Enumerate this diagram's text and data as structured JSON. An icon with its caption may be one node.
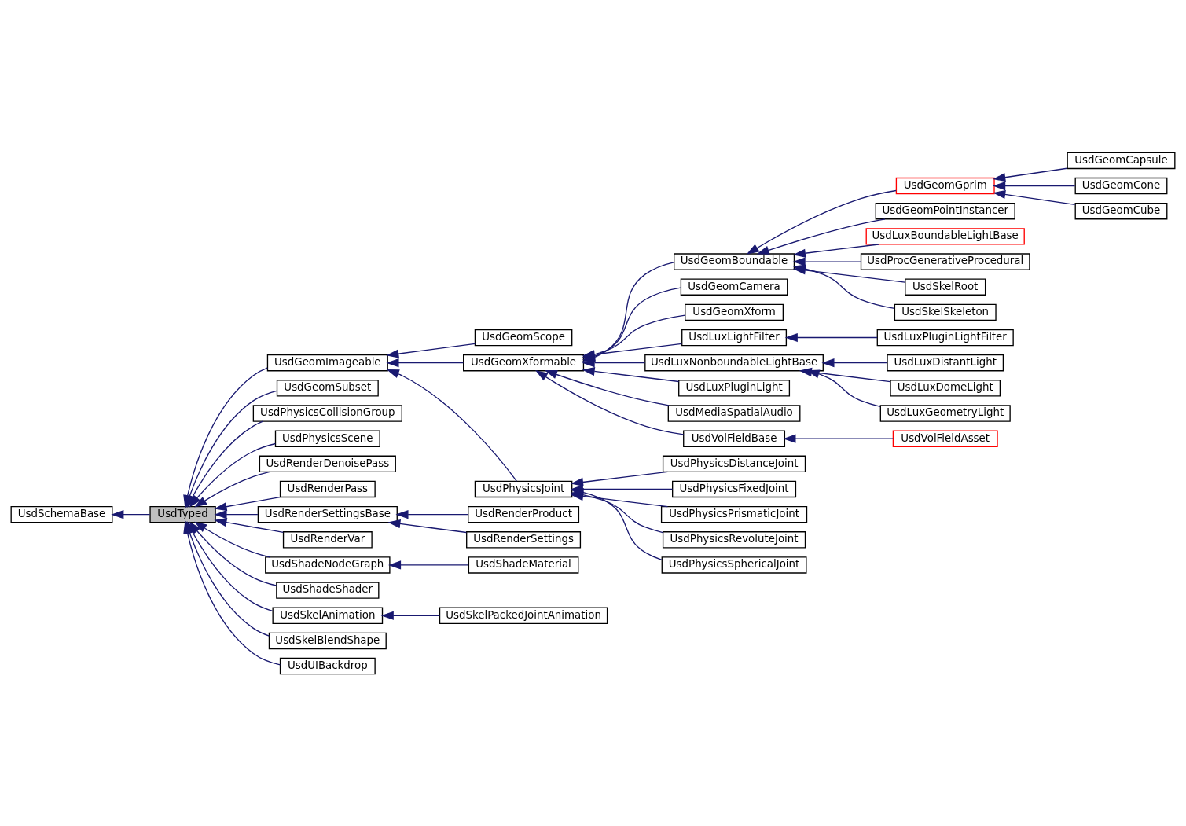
{
  "diagram": {
    "nodes": [
      {
        "text": [
          "UsdSchemaBase"
        ]
      },
      {
        "text": [
          "UsdTyped"
        ]
      },
      {
        "text": [
          "UsdGeomImageable"
        ]
      },
      {
        "text": [
          "UsdGeomSubset"
        ]
      },
      {
        "text": [
          "UsdPhysicsCollisionGroup"
        ]
      },
      {
        "text": [
          "UsdPhysicsScene"
        ]
      },
      {
        "text": [
          "UsdRenderDenoisePass"
        ]
      },
      {
        "text": [
          "UsdRenderPass"
        ]
      },
      {
        "text": [
          "UsdRenderSettingsBase"
        ]
      },
      {
        "text": [
          "UsdRenderVar"
        ]
      },
      {
        "text": [
          "UsdShadeNodeGraph"
        ]
      },
      {
        "text": [
          "UsdShadeShader"
        ]
      },
      {
        "text": [
          "UsdSkelAnimation"
        ]
      },
      {
        "text": [
          "UsdSkelBlendShape"
        ]
      },
      {
        "text": [
          "UsdUIBackdrop"
        ]
      },
      {
        "text": [
          "UsdGeomScope"
        ]
      },
      {
        "text": [
          "UsdGeomXformable"
        ]
      },
      {
        "text": [
          "UsdPhysicsJoint"
        ]
      },
      {
        "text": [
          "UsdRenderProduct"
        ]
      },
      {
        "text": [
          "UsdRenderSettings"
        ]
      },
      {
        "text": [
          "UsdShadeMaterial"
        ]
      },
      {
        "text": [
          "UsdSkelPackedJointAnimation"
        ]
      },
      {
        "text": [
          "UsdGeomBoundable"
        ]
      },
      {
        "text": [
          "UsdGeomCamera"
        ]
      },
      {
        "text": [
          "UsdGeomXform"
        ]
      },
      {
        "text": [
          "UsdLuxLightFilter"
        ]
      },
      {
        "text": [
          "UsdLuxNonboundableLightBase"
        ]
      },
      {
        "text": [
          "UsdLuxPluginLight"
        ]
      },
      {
        "text": [
          "UsdMediaSpatialAudio"
        ]
      },
      {
        "text": [
          "UsdVolFieldBase"
        ]
      },
      {
        "text": [
          "UsdPhysicsDistanceJoint"
        ]
      },
      {
        "text": [
          "UsdPhysicsFixedJoint"
        ]
      },
      {
        "text": [
          "UsdPhysicsPrismaticJoint"
        ]
      },
      {
        "text": [
          "UsdPhysicsRevoluteJoint"
        ]
      },
      {
        "text": [
          "UsdPhysicsSphericalJoint"
        ]
      },
      {
        "text": [
          "UsdGeomGprim"
        ]
      },
      {
        "text": [
          "UsdGeomPointInstancer"
        ]
      },
      {
        "text": [
          "UsdLuxBoundableLightBase"
        ]
      },
      {
        "text": [
          "UsdProcGenerativeProcedural"
        ]
      },
      {
        "text": [
          "UsdSkelRoot"
        ]
      },
      {
        "text": [
          "UsdSkelSkeleton"
        ]
      },
      {
        "text": [
          "UsdLuxPluginLightFilter"
        ]
      },
      {
        "text": [
          "UsdLuxDistantLight"
        ]
      },
      {
        "text": [
          "UsdLuxDomeLight"
        ]
      },
      {
        "text": [
          "UsdLuxGeometryLight"
        ]
      },
      {
        "text": [
          "UsdVolFieldAsset"
        ]
      },
      {
        "text": [
          "UsdGeomCapsule"
        ]
      },
      {
        "text": [
          "UsdGeomCone"
        ]
      },
      {
        "text": [
          "UsdGeomCube"
        ]
      }
    ],
    "edges": [
      {
        "from": 1,
        "to": 0,
        "arrow": "to"
      },
      {
        "from": 2,
        "to": 1,
        "arrow": "to"
      },
      {
        "from": 3,
        "to": 1,
        "arrow": "to"
      },
      {
        "from": 4,
        "to": 1,
        "arrow": "to"
      },
      {
        "from": 5,
        "to": 1,
        "arrow": "to"
      },
      {
        "from": 6,
        "to": 1,
        "arrow": "to"
      },
      {
        "from": 7,
        "to": 1,
        "arrow": "to"
      },
      {
        "from": 8,
        "to": 1,
        "arrow": "to"
      },
      {
        "from": 9,
        "to": 1,
        "arrow": "to"
      },
      {
        "from": 10,
        "to": 1,
        "arrow": "to"
      },
      {
        "from": 11,
        "to": 1,
        "arrow": "to"
      },
      {
        "from": 12,
        "to": 1,
        "arrow": "to"
      },
      {
        "from": 13,
        "to": 1,
        "arrow": "to"
      },
      {
        "from": 14,
        "to": 1,
        "arrow": "to"
      },
      {
        "from": 15,
        "to": 2,
        "arrow": "to"
      },
      {
        "from": 16,
        "to": 2,
        "arrow": "to"
      },
      {
        "from": 17,
        "to": 2,
        "arrow": "to"
      },
      {
        "from": 18,
        "to": 8,
        "arrow": "to"
      },
      {
        "from": 19,
        "to": 8,
        "arrow": "to"
      },
      {
        "from": 20,
        "to": 10,
        "arrow": "to"
      },
      {
        "from": 21,
        "to": 12,
        "arrow": "to"
      },
      {
        "from": 22,
        "to": 16,
        "arrow": "to"
      },
      {
        "from": 23,
        "to": 16,
        "arrow": "to"
      },
      {
        "from": 24,
        "to": 16,
        "arrow": "to"
      },
      {
        "from": 25,
        "to": 16,
        "arrow": "to"
      },
      {
        "from": 26,
        "to": 16,
        "arrow": "to"
      },
      {
        "from": 27,
        "to": 16,
        "arrow": "to"
      },
      {
        "from": 28,
        "to": 16,
        "arrow": "to"
      },
      {
        "from": 29,
        "to": 16,
        "arrow": "to"
      },
      {
        "from": 30,
        "to": 17,
        "arrow": "to"
      },
      {
        "from": 31,
        "to": 17,
        "arrow": "to"
      },
      {
        "from": 32,
        "to": 17,
        "arrow": "to"
      },
      {
        "from": 33,
        "to": 17,
        "arrow": "to"
      },
      {
        "from": 34,
        "to": 17,
        "arrow": "to"
      },
      {
        "from": 35,
        "to": 22,
        "arrow": "to"
      },
      {
        "from": 36,
        "to": 22,
        "arrow": "to"
      },
      {
        "from": 37,
        "to": 22,
        "arrow": "to"
      },
      {
        "from": 38,
        "to": 22,
        "arrow": "to"
      },
      {
        "from": 39,
        "to": 22,
        "arrow": "to"
      },
      {
        "from": 40,
        "to": 22,
        "arrow": "to"
      },
      {
        "from": 41,
        "to": 25,
        "arrow": "to"
      },
      {
        "from": 42,
        "to": 26,
        "arrow": "to"
      },
      {
        "from": 43,
        "to": 26,
        "arrow": "to"
      },
      {
        "from": 44,
        "to": 26,
        "arrow": "to"
      },
      {
        "from": 45,
        "to": 29,
        "arrow": "to"
      },
      {
        "from": 46,
        "to": 35,
        "arrow": "to"
      },
      {
        "from": 47,
        "to": 35,
        "arrow": "to"
      },
      {
        "from": 48,
        "to": 35,
        "arrow": "to"
      }
    ]
  }
}
